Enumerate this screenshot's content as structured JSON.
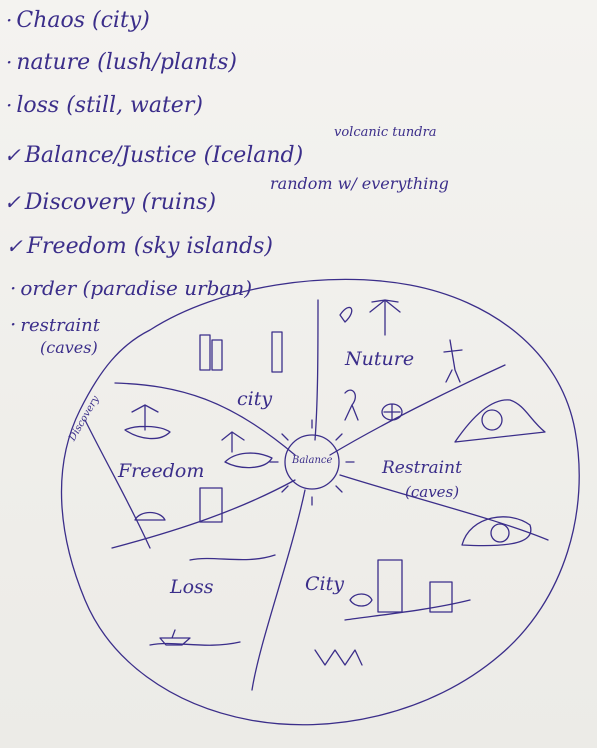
{
  "notes": {
    "list": [
      {
        "bullet": "·",
        "text": "Chaos (city)"
      },
      {
        "bullet": "·",
        "text": "nature (lush/plants)"
      },
      {
        "bullet": "·",
        "text": "loss (still, water)"
      },
      {
        "bullet": "✓",
        "text": "Balance/Justice (Iceland)"
      },
      {
        "bullet": "✓",
        "text": "Discovery (ruins)"
      },
      {
        "bullet": "✓",
        "text": "Freedom (sky islands)"
      },
      {
        "bullet": "·",
        "text": "order (paradise urban)"
      },
      {
        "bullet": "·",
        "text": "restraint"
      },
      {
        "bullet": "",
        "text": "(caves)"
      }
    ],
    "annotation_volcanic": "volcanic tundra",
    "annotation_random": "random w/ everything"
  },
  "map": {
    "regions": {
      "city_top": "city",
      "nature": "Nuture",
      "freedom": "Freedom",
      "restraint": "Restraint",
      "restraint_sub": "(caves)",
      "loss": "Loss",
      "city_bottom": "City",
      "discovery": "Discovery",
      "balance": "Balance"
    }
  }
}
